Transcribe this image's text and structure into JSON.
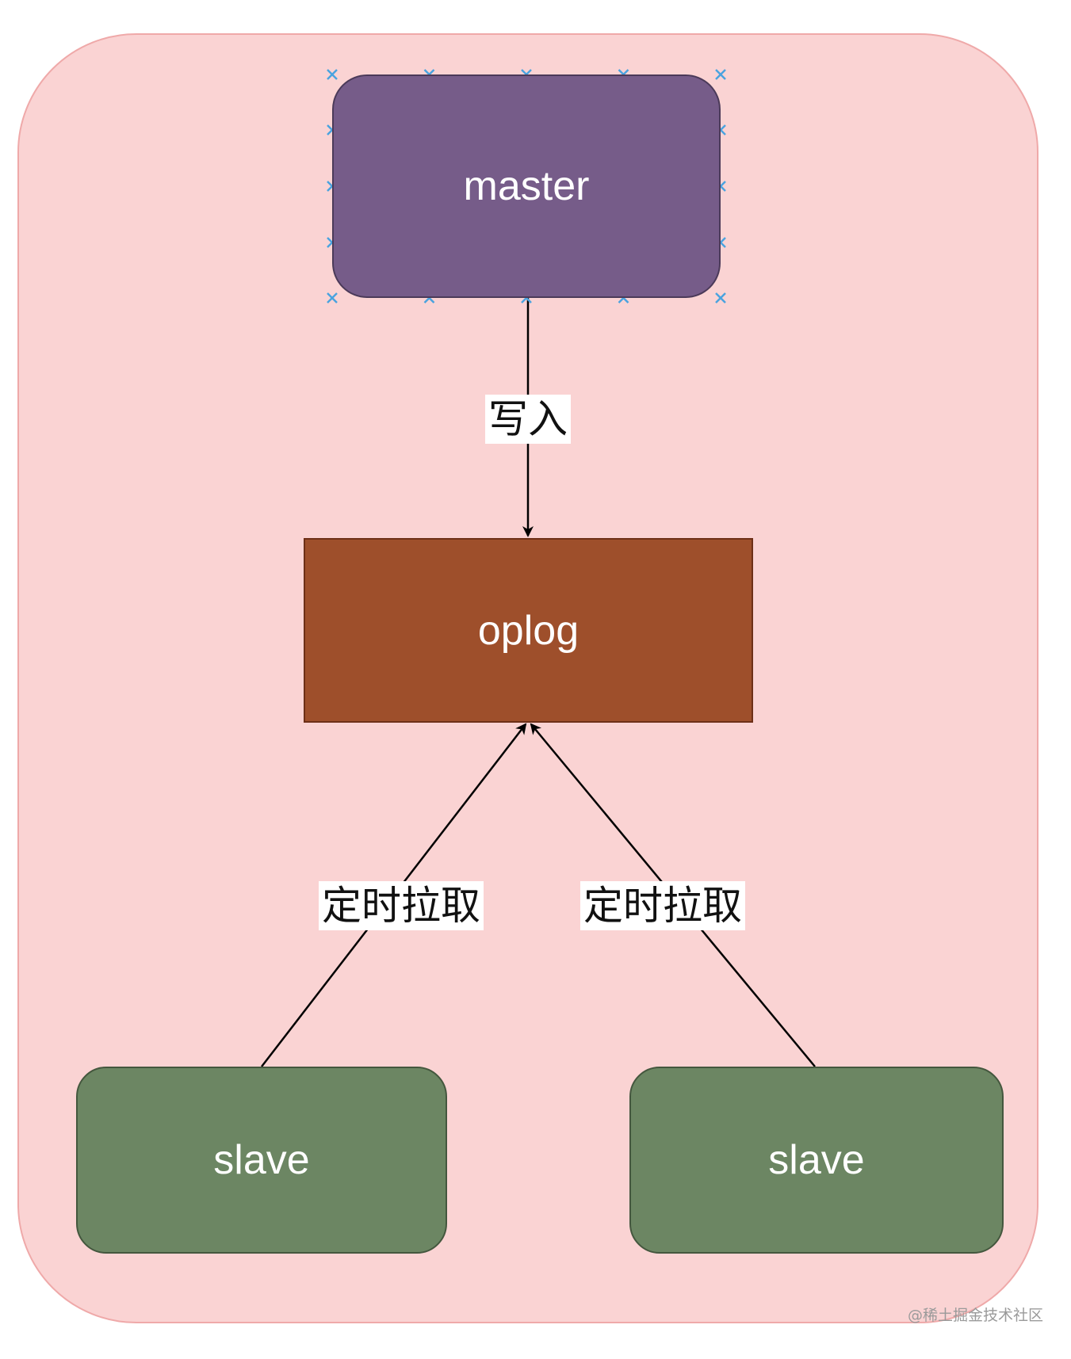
{
  "nodes": {
    "master": "master",
    "oplog": "oplog",
    "slave_left": "slave",
    "slave_right": "slave"
  },
  "edges": {
    "master_to_oplog": "写入",
    "slave_left_to_oplog": "定时拉取",
    "slave_right_to_oplog": "定时拉取"
  },
  "watermark": "@稀土掘金技术社区",
  "colors": {
    "container_fill": "#fad3d3",
    "master_fill": "#765c89",
    "oplog_fill": "#9e4f2b",
    "slave_fill": "#6c8663",
    "selection_handles": "#4aa3df"
  }
}
